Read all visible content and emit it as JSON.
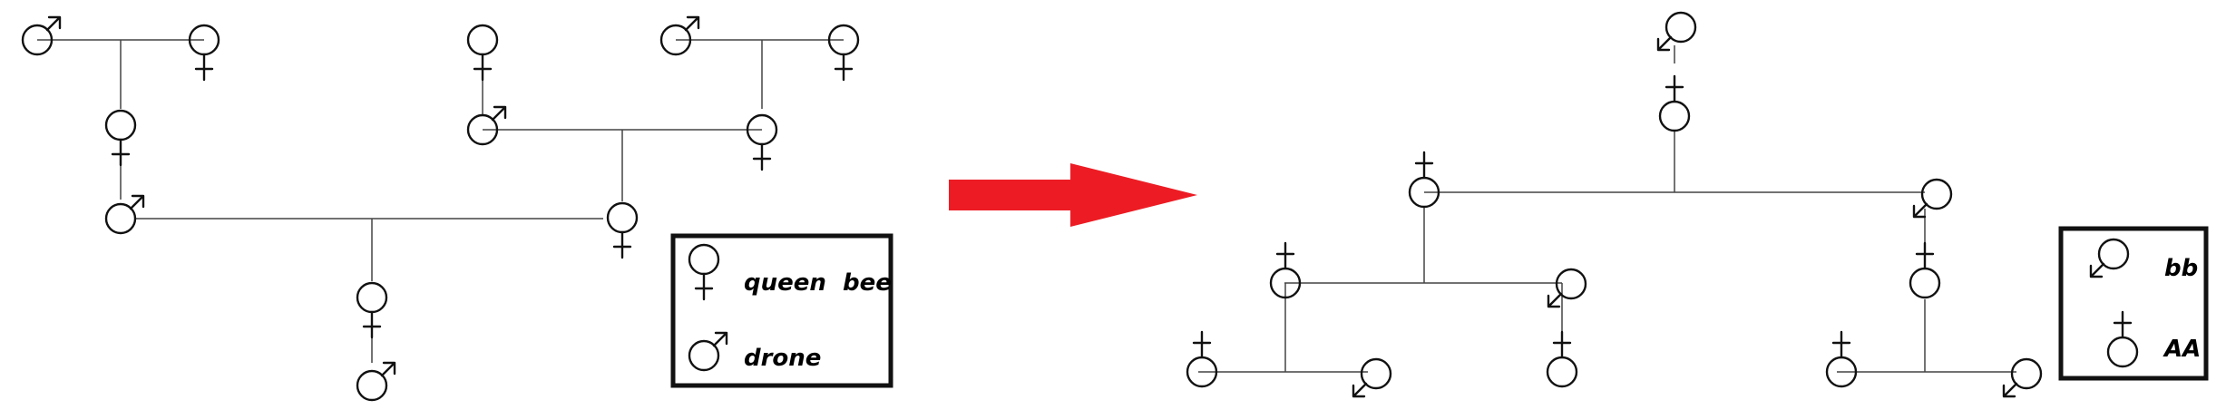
{
  "colors": {
    "arrow": "#ed1c24",
    "line": "#444444",
    "symbol": "#111111"
  },
  "legend_left": {
    "queen_label": "queen  bee",
    "drone_label": "drone"
  },
  "legend_right": {
    "bb_label": "bb",
    "aa_label": "AA"
  }
}
